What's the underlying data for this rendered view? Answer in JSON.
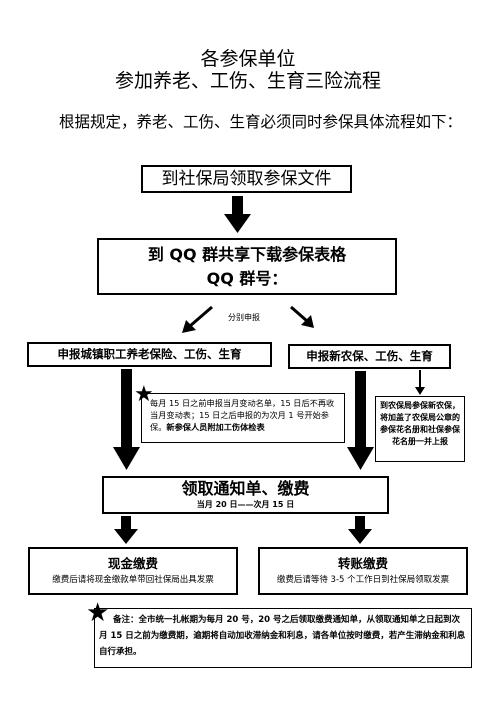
{
  "title_line1": "各参保单位",
  "title_line2": "参加养老、工伤、生育三险流程",
  "intro": "根据规定，养老、工伤、生育必须同时参保具体流程如下：",
  "step1": "到社保局领取参保文件",
  "step2_line1": "到 QQ 群共享下载参保表格",
  "step2_line2": "QQ 群号：",
  "branch_label": "分别申报",
  "left_branch": "申报城镇职工养老保险、工伤、生育",
  "right_branch": "申报新农保、工伤、生育",
  "middle_note_plain": "每月 15 日之前申报当月变动名单，15 日后不再收当月变动表；15 日之后申报的为次月 1 号开始参保。",
  "middle_note_bold": "新参保人员附加工伤体检表",
  "right_note": "到农保局参保新农保，将加盖了农保局公章的参保花名册和社保参保花名册一并上报",
  "collect_title": "领取通知单、缴费",
  "collect_period": "当月 20 日——次月 15 日",
  "cash_title": "现金缴费",
  "cash_desc": "缴费后请将现金缴款单带回社保局出具发票",
  "transfer_title": "转账缴费",
  "transfer_desc": "缴费后请等待 3-5 个工作日到社保局领取发票",
  "footnote_label": "备注：",
  "footnote_text": "全市统一扎帐期为每月 20 号，20 号之后领取缴费通知单，从领取通知单之日起到次月 15 日之前为缴费期，逾期将自动加收滞纳金和利息，请各单位按时缴费，若产生滞纳金和利息自行承担。",
  "colors": {
    "border": "#000000",
    "text": "#000000",
    "background": "#ffffff"
  },
  "icons": [
    "star-icon",
    "down-arrow-icon",
    "diagonal-arrow-icon"
  ]
}
